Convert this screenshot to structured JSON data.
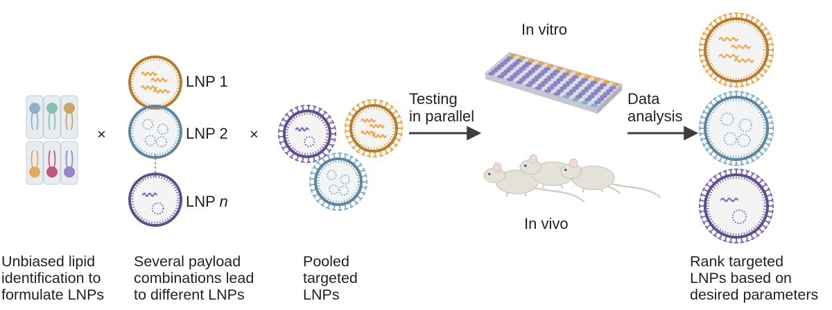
{
  "diagram": {
    "lnp_labels": {
      "first": "LNP 1",
      "second": "LNP 2",
      "nth_prefix": "LNP ",
      "nth_suffix": "n"
    },
    "operator": "×",
    "steps": {
      "testing": "Testing\nin parallel",
      "analysis": "Data\nanalysis"
    },
    "assays": {
      "in_vitro": "In vitro",
      "in_vivo": "In vivo"
    },
    "captions": {
      "lipids": "Unbiased lipid\nidentification to\nformulate LNPs",
      "payloads": "Several payload\ncombinations lead\nto different LNPs",
      "pooled": "Pooled\ntargeted\nLNPs",
      "ranked": "Rank targeted\nLNPs based on\ndesired parameters"
    },
    "colors": {
      "orange": "#eea545",
      "blue": "#7fb0cf",
      "purple": "#7e68b7",
      "plate_well": "#8a84c4",
      "mouse": "#e3e1d8",
      "arrow": "#3d3d3d"
    }
  }
}
